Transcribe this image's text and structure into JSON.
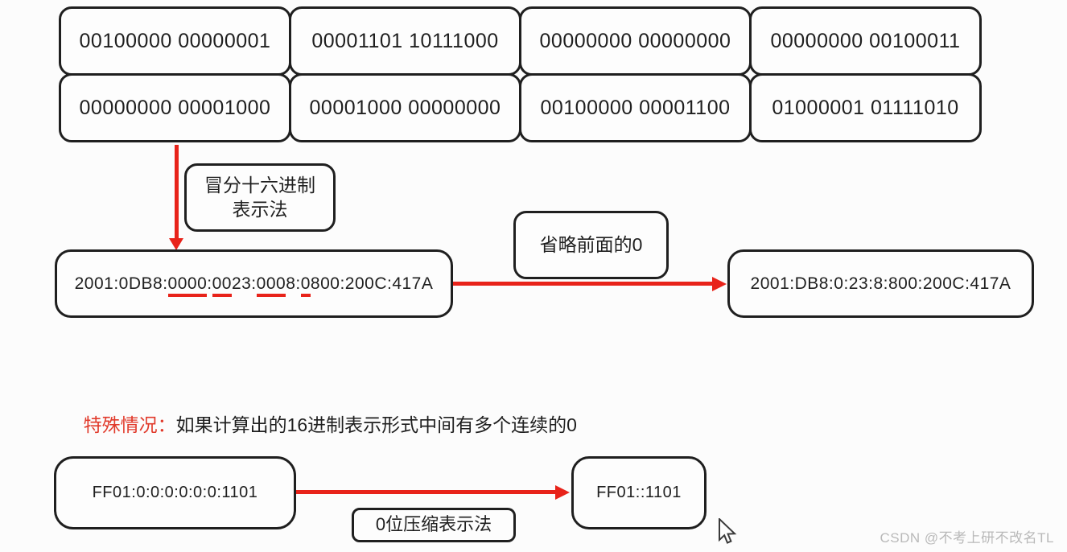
{
  "colors": {
    "background": "#fcfcfc",
    "ink": "#1f1f1f",
    "red": "#e8231a",
    "heading_red": "#e13a2b",
    "watermark_gray": "#b9b9b9"
  },
  "binary_grid": {
    "rows": [
      [
        "00100000 00000001",
        "00001101 10111000",
        "00000000 00000000",
        "00000000 00100011"
      ],
      [
        "00000000 00001000",
        "00001000 00000000",
        "00100000 00001100",
        "01000001 01111010"
      ]
    ]
  },
  "flow": {
    "colon_hex_label": {
      "lines": [
        "冒分十六进制",
        "表示法"
      ]
    },
    "full_address": {
      "value": "2001:0DB8:0000:0023:0008:0800:200C:417A",
      "segments": [
        {
          "text": "2001:0DB8:",
          "underline": false
        },
        {
          "text": "0000",
          "underline": true
        },
        {
          "text": ":",
          "underline": false
        },
        {
          "text": "00",
          "underline": true
        },
        {
          "text": "23:",
          "underline": false
        },
        {
          "text": "000",
          "underline": true
        },
        {
          "text": "8:",
          "underline": false
        },
        {
          "text": "0",
          "underline": true
        },
        {
          "text": "800:200C:417A",
          "underline": false
        }
      ]
    },
    "omit_label": "省略前面的0",
    "shortened_address": "2001:DB8:0:23:8:800:200C:417A"
  },
  "special_case": {
    "prefix": "特殊情况：",
    "text": "如果计算出的16进制表示形式中间有多个连续的0"
  },
  "zero_compression": {
    "full_address": "FF01:0:0:0:0:0:0:1101",
    "label": "0位压缩表示法",
    "compressed_address": "FF01::1101"
  },
  "watermark": "CSDN @不考上研不改名TL",
  "cursor": "arrow-pointer"
}
